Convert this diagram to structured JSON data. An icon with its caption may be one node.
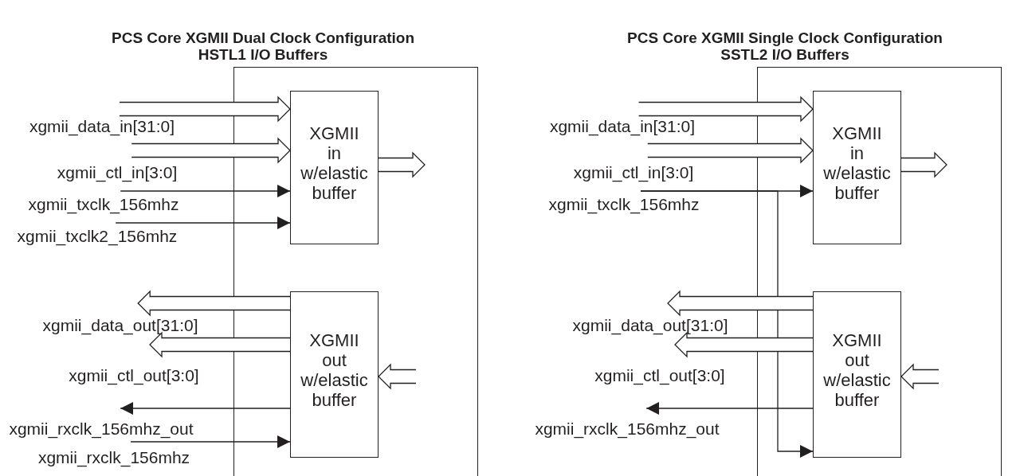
{
  "diagram": {
    "nodes": [
      {
        "text": [
          "PCS Core XGMII Dual Clock Configuration HSTL1 I/O Buffers"
        ]
      },
      {
        "text": [
          "XGMII in w/elastic buffer"
        ],
        "in": 0
      },
      {
        "text": [
          "XGMII out w/elastic buffer"
        ],
        "in": 0
      },
      {
        "text": [
          "xgmii_data_in[31:0]"
        ]
      },
      {
        "text": [
          "xgmii_ctl_in[3:0]"
        ]
      },
      {
        "text": [
          "xgmii_txclk_156mhz"
        ]
      },
      {
        "text": [
          "xgmii_txclk2_156mhz"
        ]
      },
      {
        "text": [
          "xgmii_data_out[31:0]"
        ]
      },
      {
        "text": [
          "xgmii_ctl_out[3:0]"
        ]
      },
      {
        "text": [
          "xgmii_rxclk_156mhz_out"
        ]
      },
      {
        "text": [
          "xgmii_rxclk_156mhz"
        ]
      },
      {
        "text": [
          "PCS Core XGMII Single Clock Configuration SSTL2 I/O Buffers"
        ]
      },
      {
        "text": [
          "XGMII in w/elastic buffer"
        ],
        "in": 11
      },
      {
        "text": [
          "XGMII out w/elastic buffer"
        ],
        "in": 11
      },
      {
        "text": [
          "xgmii_data_in[31:0]"
        ]
      },
      {
        "text": [
          "xgmii_ctl_in[3:0]"
        ]
      },
      {
        "text": [
          "xgmii_txclk_156mhz"
        ]
      },
      {
        "text": [
          "xgmii_data_out[31:0]"
        ]
      },
      {
        "text": [
          "xgmii_ctl_out[3:0]"
        ]
      },
      {
        "text": [
          "xgmii_rxclk_156mhz_out"
        ]
      }
    ],
    "edges": [
      {
        "from": 3,
        "to": 1,
        "arrow": "to",
        "style": "thick"
      },
      {
        "from": 4,
        "to": 1,
        "arrow": "to",
        "style": "thick"
      },
      {
        "from": 5,
        "to": 1,
        "arrow": "to"
      },
      {
        "from": 6,
        "to": 1,
        "arrow": "to"
      },
      {
        "from": 1,
        "to": null,
        "arrow": "to",
        "style": "thick"
      },
      {
        "from": 2,
        "to": 7,
        "arrow": "to",
        "style": "thick"
      },
      {
        "from": 2,
        "to": 8,
        "arrow": "to",
        "style": "thick"
      },
      {
        "from": 2,
        "to": 9,
        "arrow": "to"
      },
      {
        "from": 10,
        "to": 2,
        "arrow": "to"
      },
      {
        "from": null,
        "to": 2,
        "arrow": "to",
        "style": "thick"
      },
      {
        "from": 14,
        "to": 12,
        "arrow": "to",
        "style": "thick"
      },
      {
        "from": 15,
        "to": 12,
        "arrow": "to",
        "style": "thick"
      },
      {
        "from": 16,
        "to": 12,
        "arrow": "to"
      },
      {
        "from": 16,
        "to": 13,
        "arrow": "to"
      },
      {
        "from": 12,
        "to": null,
        "arrow": "to",
        "style": "thick"
      },
      {
        "from": 13,
        "to": 17,
        "arrow": "to",
        "style": "thick"
      },
      {
        "from": 13,
        "to": 18,
        "arrow": "to",
        "style": "thick"
      },
      {
        "from": 13,
        "to": 19,
        "arrow": "to"
      },
      {
        "from": null,
        "to": 13,
        "arrow": "to",
        "style": "thick"
      }
    ]
  }
}
